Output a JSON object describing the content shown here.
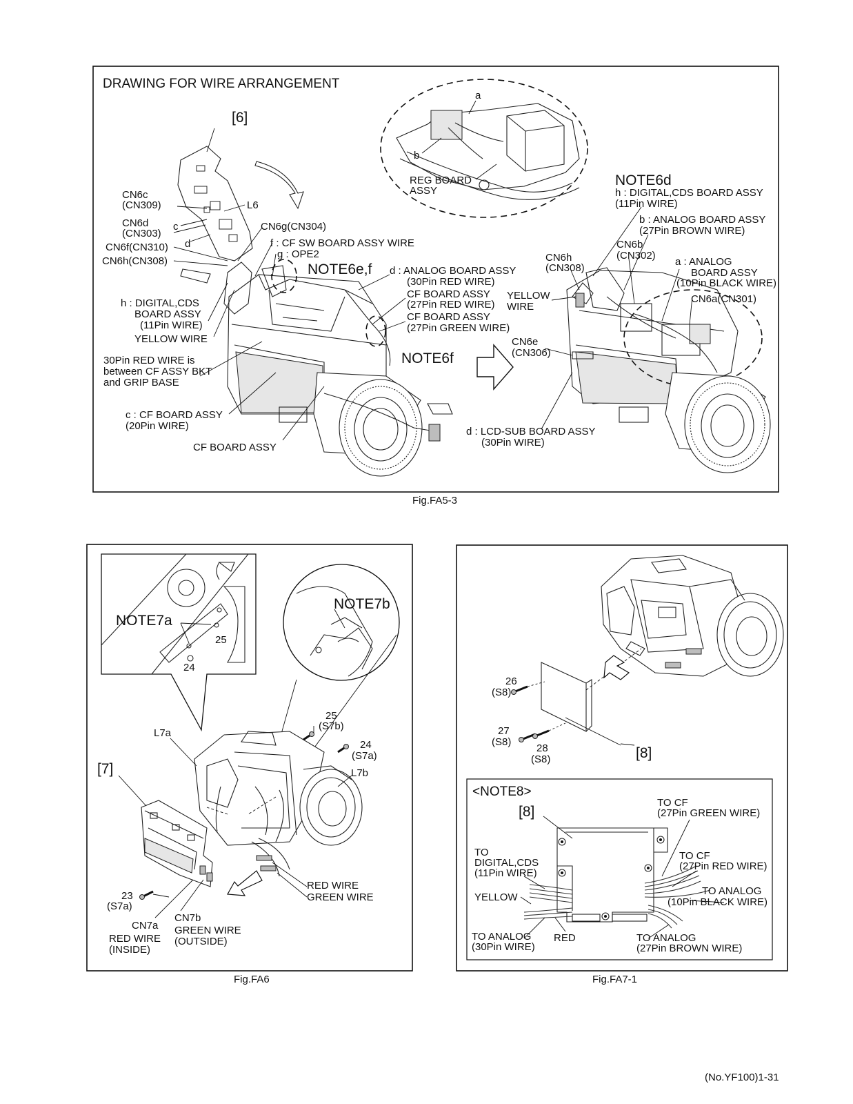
{
  "fa53": {
    "title": "DRAWING FOR WIRE ARRANGEMENT",
    "caption": "Fig.FA5-3",
    "inset": {
      "a": "a",
      "b": "b",
      "reg1": "REG BOARD",
      "reg2": "ASSY"
    },
    "left": {
      "ref6": "[6]",
      "cn6c1": "CN6c",
      "cn6c2": "(CN309)",
      "l6": "L6",
      "cn6d1": "CN6d",
      "cn6d2": "(CN303)",
      "c": "c",
      "d": "d",
      "cn6f": "CN6f(CN310)",
      "cn6h": "CN6h(CN308)",
      "cn6g": "CN6g(CN304)",
      "fwire": "f : CF SW BOARD ASSY WIRE",
      "gope": "g : OPE2",
      "note6ef": "NOTE6e,f",
      "dana1": "d : ANALOG BOARD ASSY",
      "dana2": "(30Pin RED WIRE)",
      "cf27r1": "CF BOARD ASSY",
      "cf27r2": "(27Pin RED WIRE)",
      "cf27g1": "CF BOARD ASSY",
      "cf27g2": "(27Pin GREEN WIRE)",
      "hdig1": "h : DIGITAL,CDS",
      "hdig2": "BOARD ASSY",
      "hdig3": "(11Pin WIRE)",
      "yellow": "YELLOW WIRE",
      "red30_1": "30Pin RED WIRE is",
      "red30_2": "between CF ASSY BKT",
      "red30_3": "and GRIP BASE",
      "note6f": "NOTE6f",
      "ccf1": "c : CF BOARD ASSY",
      "ccf2": "(20Pin WIRE)",
      "cfboard": "CF BOARD ASSY"
    },
    "right": {
      "note6d": "NOTE6d",
      "hd1": "h : DIGITAL,CDS BOARD ASSY",
      "hd2": "(11Pin WIRE)",
      "ba1": "b : ANALOG BOARD ASSY",
      "ba2": "(27Pin BROWN WIRE)",
      "cn6h1": "CN6h",
      "cn6h2": "(CN308)",
      "cn6b1": "CN6b",
      "cn6b2": "(CN302)",
      "aa1": "a : ANALOG",
      "aa2": "BOARD ASSY",
      "aa3": "(10Pin BLACK WIRE)",
      "yel1": "YELLOW",
      "yel2": "WIRE",
      "cn6a": "CN6a(CN301)",
      "cn6e1": "CN6e",
      "cn6e2": "(CN306)",
      "dlcd1": "d : LCD-SUB BOARD ASSY",
      "dlcd2": "(30Pin WIRE)"
    }
  },
  "fa6": {
    "caption": "Fig.FA6",
    "note7a": "NOTE7a",
    "n25": "25",
    "n24": "24",
    "note7b": "NOTE7b",
    "l7a": "L7a",
    "ref7": "[7]",
    "s25a": "25",
    "s25b": "(S7b)",
    "s24a": "24",
    "s24b": "(S7a)",
    "l7b": "L7b",
    "s23a": "23",
    "s23b": "(S7a)",
    "cn7a": "CN7a",
    "cn7a_r1": "RED WIRE",
    "cn7a_r2": "(INSIDE)",
    "cn7b": "CN7b",
    "cn7b_g1": "GREEN WIRE",
    "cn7b_g2": "(OUTSIDE)",
    "redw": "RED WIRE",
    "greenw": "GREEN WIRE"
  },
  "fa71": {
    "caption": "Fig.FA7-1",
    "s26a": "26",
    "s26b": "(S8)",
    "s27a": "27",
    "s27b": "(S8)",
    "s28a": "28",
    "s28b": "(S8)",
    "ref8": "[8]",
    "note8": "<NOTE8>",
    "ref8b": "[8]",
    "tocf_g1": "TO CF",
    "tocf_g2": "(27Pin GREEN WIRE)",
    "todig1": "TO",
    "todig2": "DIGITAL,CDS",
    "todig3": "(11Pin WIRE)",
    "tocf_r1": "TO CF",
    "tocf_r2": "(27Pin RED WIRE)",
    "toan10_1": "TO ANALOG",
    "toan10_2": "(10Pin BLACK WIRE)",
    "yellow": "YELLOW",
    "toan30_1": "TO ANALOG",
    "toan30_2": "(30Pin WIRE)",
    "red": "RED",
    "toan27_1": "TO ANALOG",
    "toan27_2": "(27Pin BROWN WIRE)"
  },
  "footer": "(No.YF100)1-31"
}
